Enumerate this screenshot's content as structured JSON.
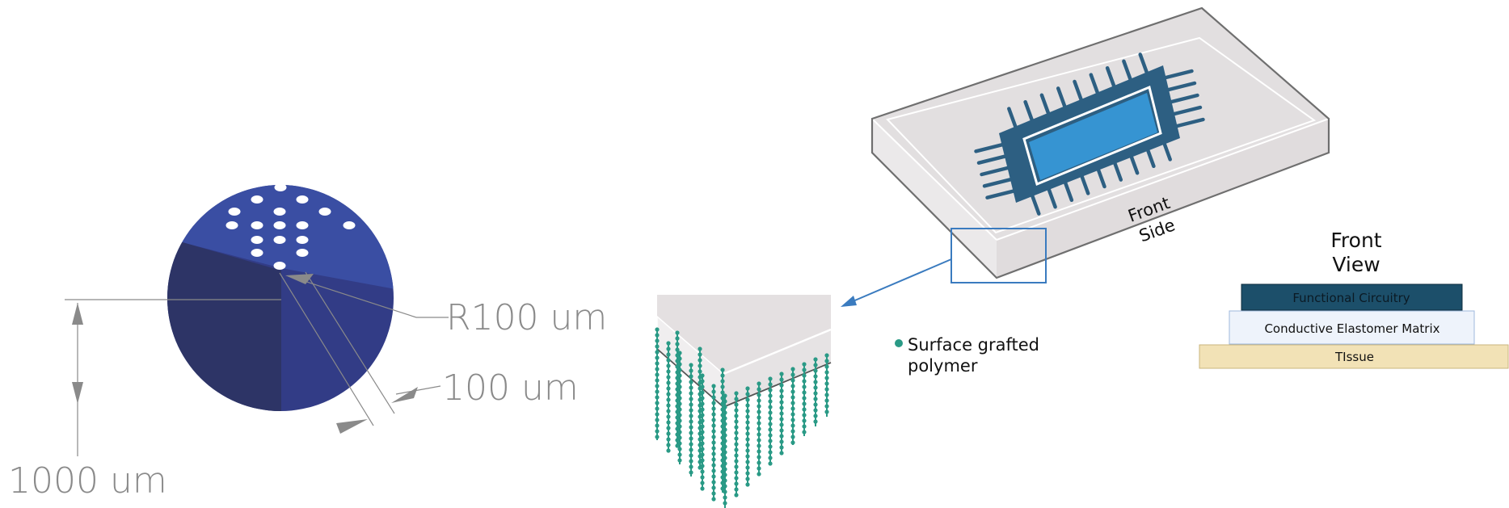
{
  "dimensions": {
    "radius_label": "R100 um",
    "gap_label": "100 um",
    "height_label": "1000 um"
  },
  "device": {
    "front_side_label_line1": "Front",
    "front_side_label_line2": "Side"
  },
  "legend": {
    "line1": "Surface grafted",
    "line2": "polymer"
  },
  "front_view": {
    "title_line1": "Front",
    "title_line2": "View",
    "layers": [
      {
        "label": "Functional Circuitry"
      },
      {
        "label": "Conductive Elastomer Matrix"
      },
      {
        "label": "TIssue"
      }
    ]
  },
  "colors": {
    "sphere_top": "#3a4ea3",
    "sphere_left": "#2d3466",
    "sphere_right": "#323c86",
    "chip_outer": "#2d5f82",
    "chip_inner": "#3694d2",
    "polymer": "#2a9a86",
    "callout": "#3a7bbf",
    "layer_circuitry": "#1c4f6a",
    "layer_elastomer": "#eef3fb",
    "layer_tissue": "#f2e2b6"
  }
}
